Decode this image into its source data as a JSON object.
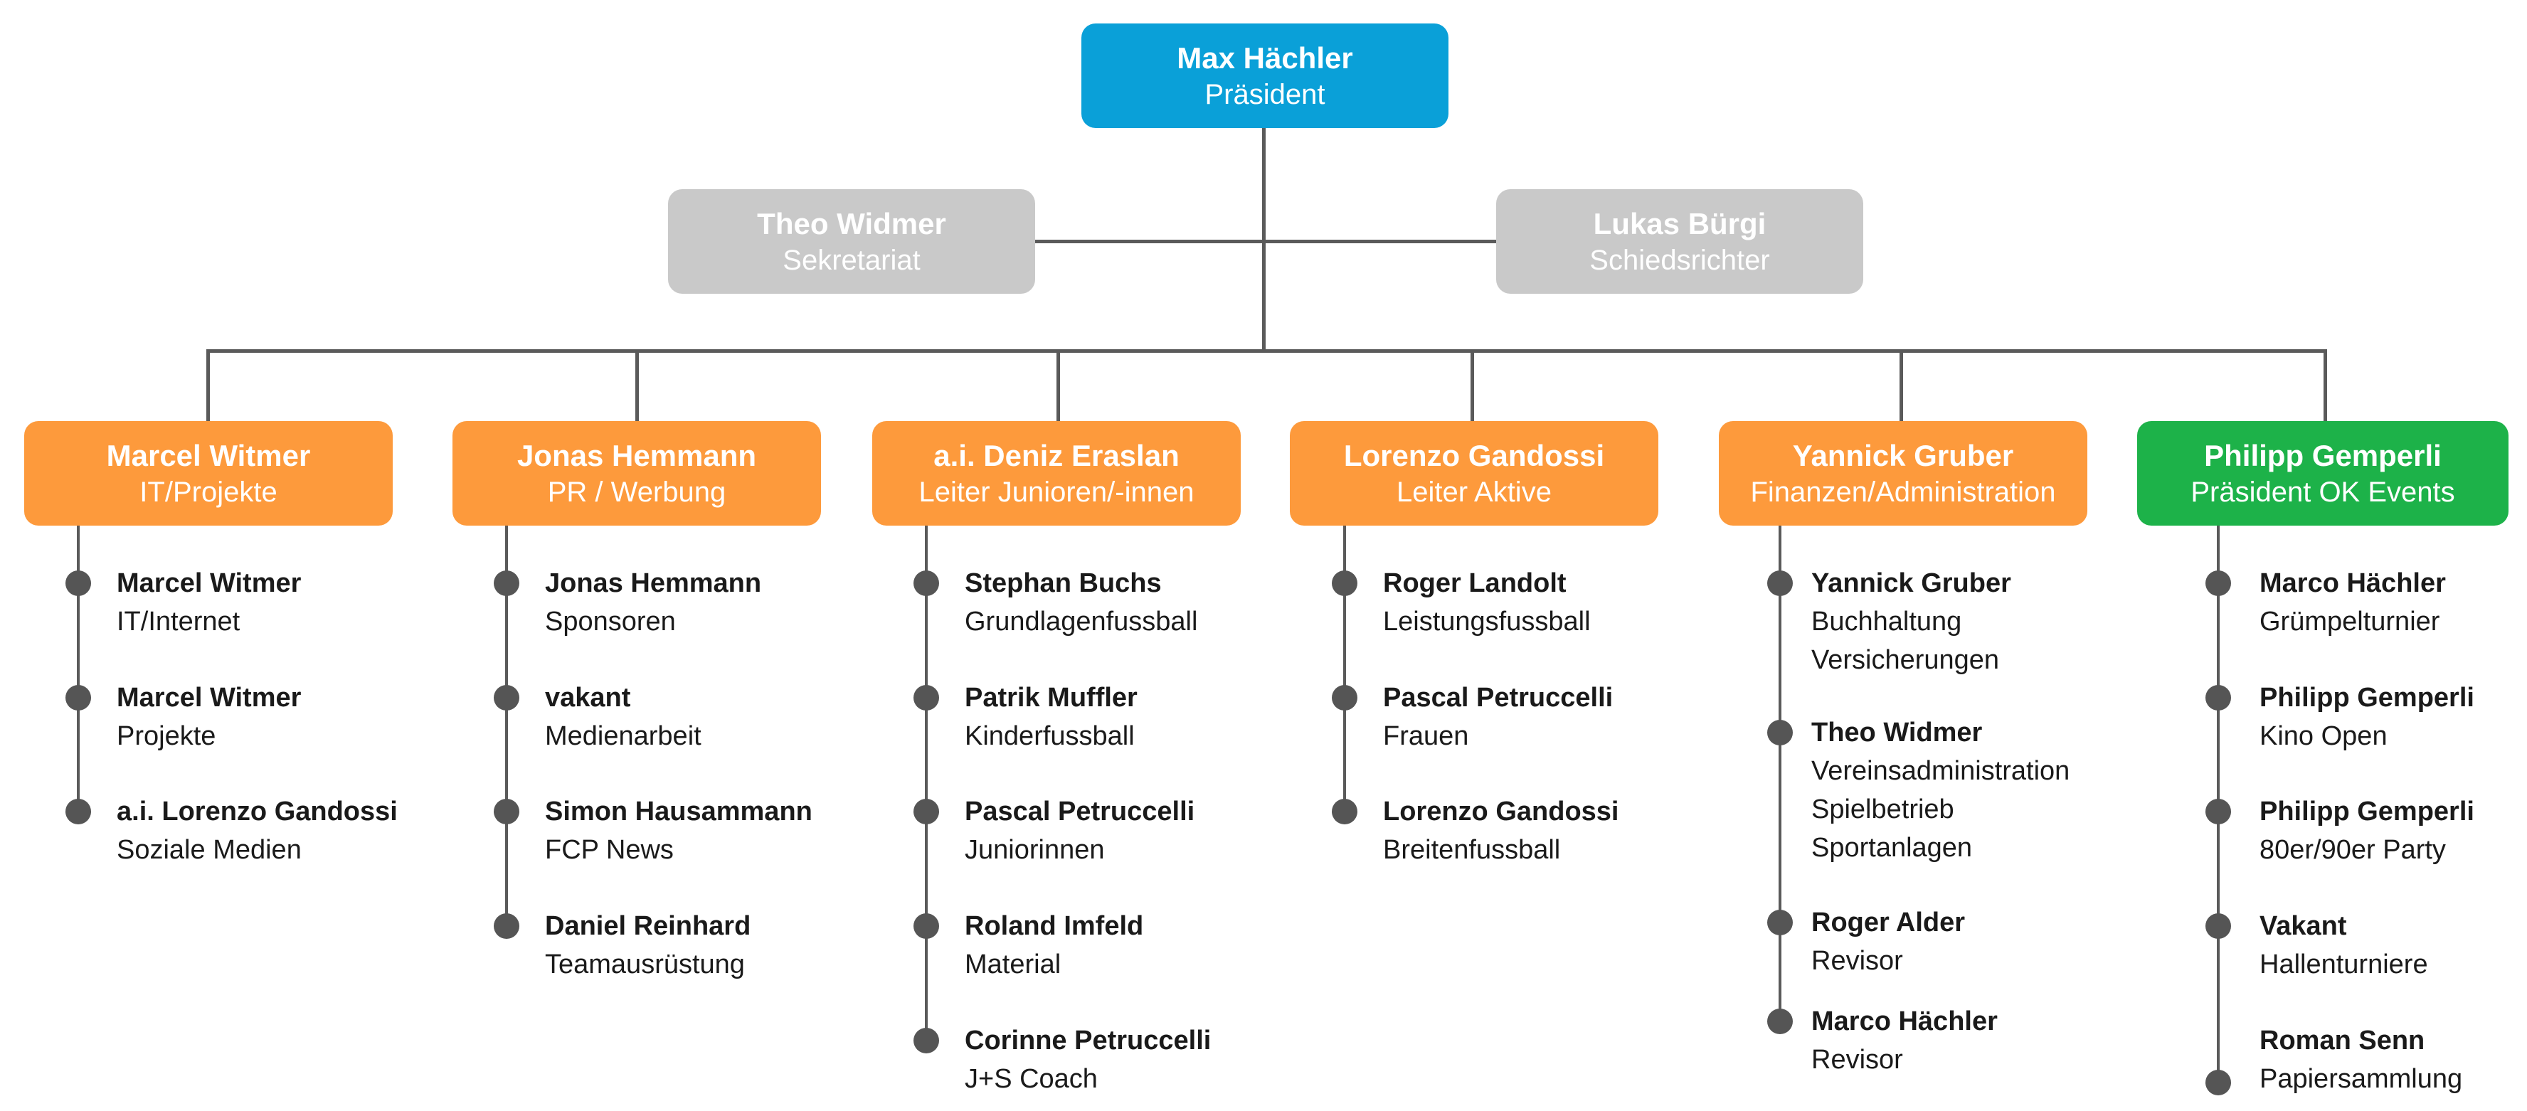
{
  "top": {
    "name": "Max Hächler",
    "role": "Präsident"
  },
  "staff": [
    {
      "name": "Theo Widmer",
      "role": "Sekretariat"
    },
    {
      "name": "Lukas Bürgi",
      "role": "Schiedsrichter"
    }
  ],
  "departments": [
    {
      "name": "Marcel Witmer",
      "role": "IT/Projekte",
      "color": "#fd9a3c",
      "members": [
        {
          "name": "Marcel Witmer",
          "roles": [
            "IT/Internet"
          ]
        },
        {
          "name": "Marcel Witmer",
          "roles": [
            "Projekte"
          ]
        },
        {
          "name": "a.i. Lorenzo Gandossi",
          "roles": [
            "Soziale Medien"
          ]
        }
      ]
    },
    {
      "name": "Jonas Hemmann",
      "role": "PR / Werbung",
      "color": "#fd9a3c",
      "members": [
        {
          "name": "Jonas Hemmann",
          "roles": [
            "Sponsoren"
          ]
        },
        {
          "name": "vakant",
          "roles": [
            "Medienarbeit"
          ]
        },
        {
          "name": "Simon Hausammann",
          "roles": [
            "FCP News"
          ]
        },
        {
          "name": "Daniel Reinhard",
          "roles": [
            "Teamausrüstung"
          ]
        }
      ]
    },
    {
      "name": "a.i. Deniz Eraslan",
      "role": "Leiter Junioren/-innen",
      "color": "#fd9a3c",
      "members": [
        {
          "name": "Stephan Buchs",
          "roles": [
            "Grundlagenfussball"
          ]
        },
        {
          "name": "Patrik Muffler",
          "roles": [
            "Kinderfussball"
          ]
        },
        {
          "name": "Pascal Petruccelli",
          "roles": [
            "Juniorinnen"
          ]
        },
        {
          "name": "Roland Imfeld",
          "roles": [
            "Material"
          ]
        },
        {
          "name": "Corinne Petruccelli",
          "roles": [
            "J+S Coach"
          ]
        }
      ]
    },
    {
      "name": "Lorenzo Gandossi",
      "role": "Leiter Aktive",
      "color": "#fd9a3c",
      "members": [
        {
          "name": "Roger Landolt",
          "roles": [
            "Leistungsfussball"
          ]
        },
        {
          "name": "Pascal Petruccelli",
          "roles": [
            "Frauen"
          ]
        },
        {
          "name": "Lorenzo Gandossi",
          "roles": [
            "Breitenfussball"
          ]
        }
      ]
    },
    {
      "name": "Yannick Gruber",
      "role": "Finanzen/Administration",
      "color": "#fd9a3c",
      "members": [
        {
          "name": "Yannick Gruber",
          "roles": [
            "Buchhaltung",
            "Versicherungen"
          ]
        },
        {
          "name": "Theo Widmer",
          "roles": [
            "Vereinsadministration",
            "Spielbetrieb",
            "Sportanlagen"
          ]
        },
        {
          "name": "Roger Alder",
          "roles": [
            "Revisor"
          ]
        },
        {
          "name": "Marco Hächler",
          "roles": [
            "Revisor"
          ]
        }
      ]
    },
    {
      "name": "Philipp Gemperli",
      "role": "Präsident OK Events",
      "color": "#1db249",
      "members": [
        {
          "name": "Marco Hächler",
          "roles": [
            "Grümpelturnier"
          ]
        },
        {
          "name": "Philipp Gemperli",
          "roles": [
            "Kino Open"
          ]
        },
        {
          "name": "Philipp Gemperli",
          "roles": [
            "80er/90er Party"
          ]
        },
        {
          "name": "Vakant",
          "roles": [
            "Hallenturniere"
          ]
        },
        {
          "name": "Roman Senn",
          "roles": [
            "Papiersammlung"
          ]
        }
      ]
    }
  ]
}
